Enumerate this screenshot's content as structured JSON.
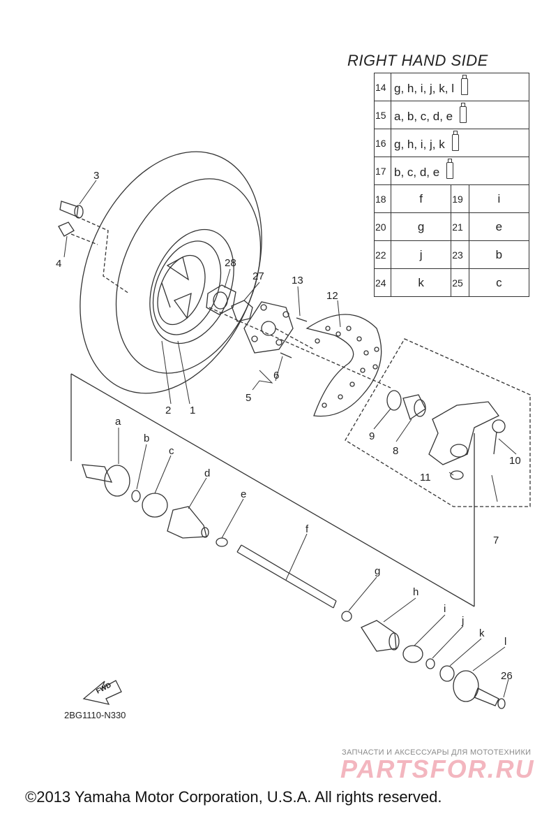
{
  "table": {
    "title": "RIGHT HAND SIDE",
    "rows_wide": [
      {
        "num": "14",
        "parts": "g, h, i, j, k, l",
        "icon": "grease-tube-icon"
      },
      {
        "num": "15",
        "parts": "a, b, c, d, e",
        "icon": "grease-tube-icon"
      },
      {
        "num": "16",
        "parts": "g, h, i, j, k",
        "icon": "grease-tube-icon"
      },
      {
        "num": "17",
        "parts": "b, c, d, e",
        "icon": "grease-tube-icon"
      }
    ],
    "rows_pairs": [
      {
        "n1": "18",
        "v1": "f",
        "n2": "19",
        "v2": "i"
      },
      {
        "n1": "20",
        "v1": "g",
        "n2": "21",
        "v2": "e"
      },
      {
        "n1": "22",
        "v1": "j",
        "n2": "23",
        "v2": "b"
      },
      {
        "n1": "24",
        "v1": "k",
        "n2": "25",
        "v2": "c"
      }
    ]
  },
  "callouts": {
    "c1": "1",
    "c2": "2",
    "c3": "3",
    "c4": "4",
    "c5": "5",
    "c6": "6",
    "c7": "7",
    "c8": "8",
    "c9": "9",
    "c10": "10",
    "c11": "11",
    "c12": "12",
    "c13": "13",
    "c26": "26",
    "c27": "27",
    "c28": "28",
    "a": "a",
    "b": "b",
    "c": "c",
    "d": "d",
    "e": "e",
    "f": "f",
    "g": "g",
    "h": "h",
    "i": "i",
    "j": "j",
    "k": "k",
    "l": "l"
  },
  "fwd_label": "FWD",
  "diagram_code": "2BG1110-N330",
  "watermark": {
    "small": "ЗАПЧАСТИ И АКСЕССУАРЫ ДЛЯ МОТОТЕХНИКИ",
    "big": "PARTSFOR.RU"
  },
  "copyright": "©2013 Yamaha Motor Corporation, U.S.A. All rights reserved."
}
